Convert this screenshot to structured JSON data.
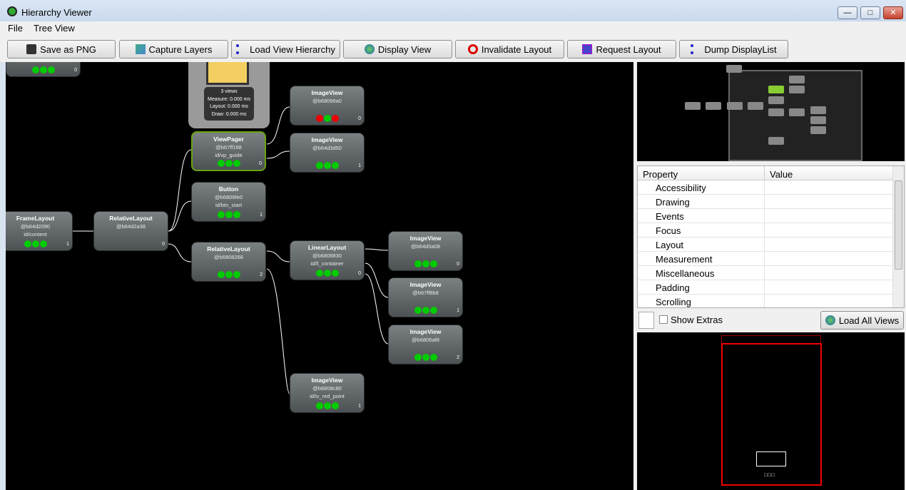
{
  "window": {
    "title": "Hierarchy Viewer",
    "min": "—",
    "max": "□",
    "close": "✕"
  },
  "menu": [
    "File",
    "Tree View"
  ],
  "toolbar": [
    "Save as PNG",
    "Capture Layers",
    "Load View Hierarchy",
    "Display View",
    "Invalidate Layout",
    "Request Layout",
    "Dump DisplayList"
  ],
  "tooltip": {
    "views": "3 views",
    "measure": "Measure: 0.000 ms",
    "layout": "Layout: 0.000 ms",
    "draw": "Draw: 0.000 ms"
  },
  "nodes": [
    {
      "name": "",
      "addr": "",
      "id": "",
      "index": "0",
      "dots": [
        "green",
        "green",
        "green"
      ]
    },
    {
      "name": "FrameLayout",
      "addr": "@b64d2090",
      "id": "id/content",
      "index": "1",
      "dots": [
        "green",
        "green",
        "green"
      ]
    },
    {
      "name": "RelativeLayout",
      "addr": "@b64d2a38",
      "id": "",
      "index": "0",
      "dots": []
    },
    {
      "name": "ViewPager",
      "addr": "@b67ff168",
      "id": "id/vp_guide",
      "index": "0",
      "dots": [
        "green",
        "green",
        "green"
      ]
    },
    {
      "name": "Button",
      "addr": "@b6806fe0",
      "id": "id/btn_start",
      "index": "1",
      "dots": [
        "green",
        "green",
        "green"
      ]
    },
    {
      "name": "RelativeLayout",
      "addr": "@b6808268",
      "id": "",
      "index": "2",
      "dots": [
        "green",
        "green",
        "green"
      ]
    },
    {
      "name": "ImageView",
      "addr": "@b68096a0",
      "id": "",
      "index": "0",
      "dots": [
        "red",
        "green",
        "red"
      ]
    },
    {
      "name": "ImageView",
      "addr": "@b64d3d50",
      "id": "",
      "index": "1",
      "dots": [
        "green",
        "green",
        "green"
      ]
    },
    {
      "name": "LinearLayout",
      "addr": "@b6808830",
      "id": "id/ll_container",
      "index": "0",
      "dots": [
        "green",
        "green",
        "green"
      ]
    },
    {
      "name": "ImageView",
      "addr": "@b64d3a08",
      "id": "",
      "index": "0",
      "dots": [
        "green",
        "green",
        "green"
      ]
    },
    {
      "name": "ImageView",
      "addr": "@b67ff8b8",
      "id": "",
      "index": "1",
      "dots": [
        "green",
        "green",
        "green"
      ]
    },
    {
      "name": "ImageView",
      "addr": "@b6806af8",
      "id": "",
      "index": "2",
      "dots": [
        "green",
        "green",
        "green"
      ]
    },
    {
      "name": "ImageView",
      "addr": "@b6808c80",
      "id": "id/iv_red_point",
      "index": "1",
      "dots": [
        "green",
        "green",
        "green"
      ]
    }
  ],
  "properties": {
    "header": [
      "Property",
      "Value"
    ],
    "rows": [
      "Accessibility",
      "Drawing",
      "Events",
      "Focus",
      "Layout",
      "Measurement",
      "Miscellaneous",
      "Padding",
      "Scrolling"
    ]
  },
  "extras": {
    "show_extras": "Show Extras",
    "load_all": "Load All Views"
  }
}
